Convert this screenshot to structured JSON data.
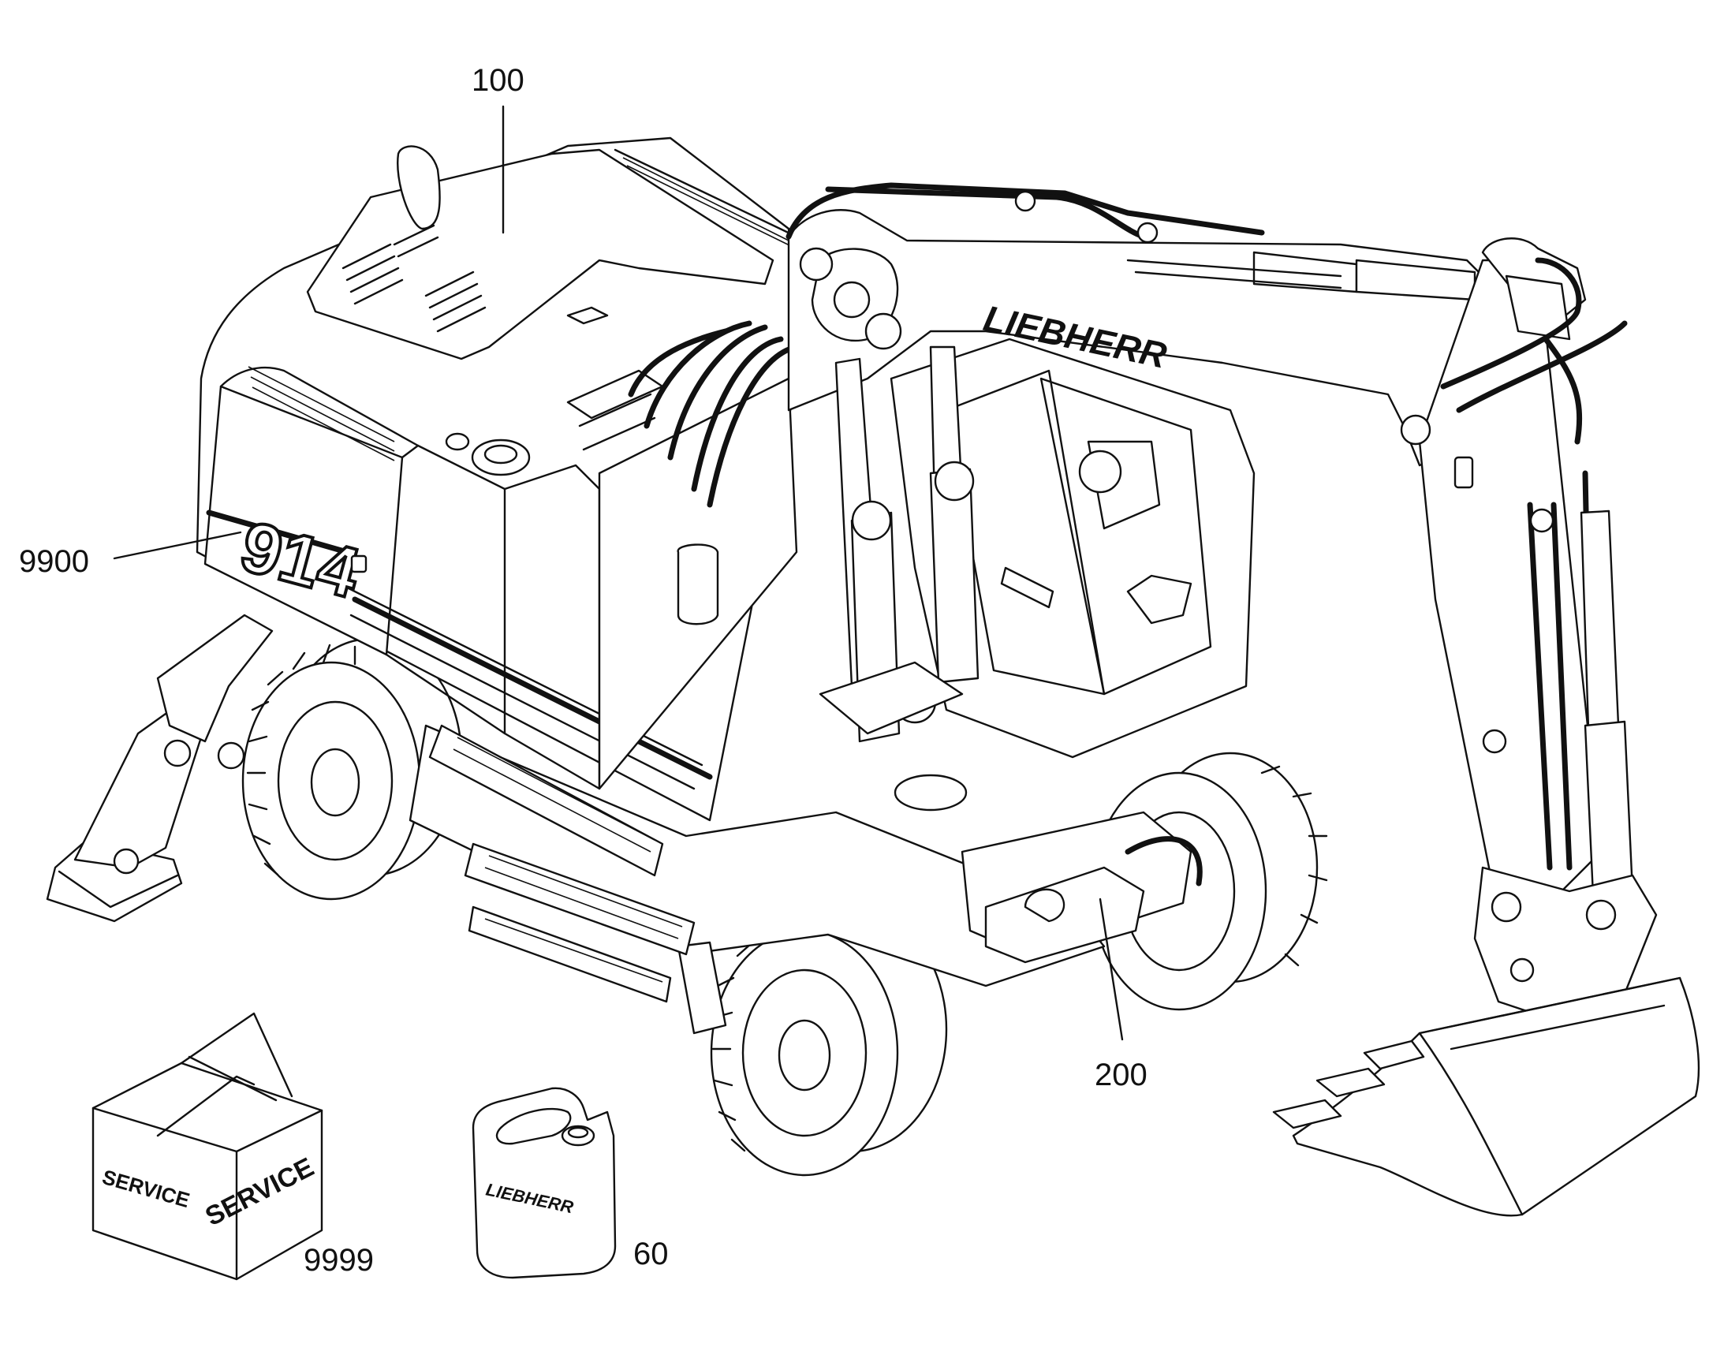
{
  "callouts": [
    {
      "id": "100",
      "label": "100"
    },
    {
      "id": "9900",
      "label": "9900"
    },
    {
      "id": "200",
      "label": "200"
    },
    {
      "id": "9999",
      "label": "9999"
    },
    {
      "id": "60",
      "label": "60"
    }
  ],
  "markings": {
    "brand": "LIEBHERR",
    "model": "914",
    "box_label_front": "SERVICE",
    "box_label_side": "SERVICE",
    "canister_brand": "LIEBHERR"
  },
  "icons": [
    "excavator-drawing-icon",
    "service-box-icon",
    "canister-icon"
  ],
  "colors": {
    "line": "#111111",
    "background": "#ffffff"
  }
}
